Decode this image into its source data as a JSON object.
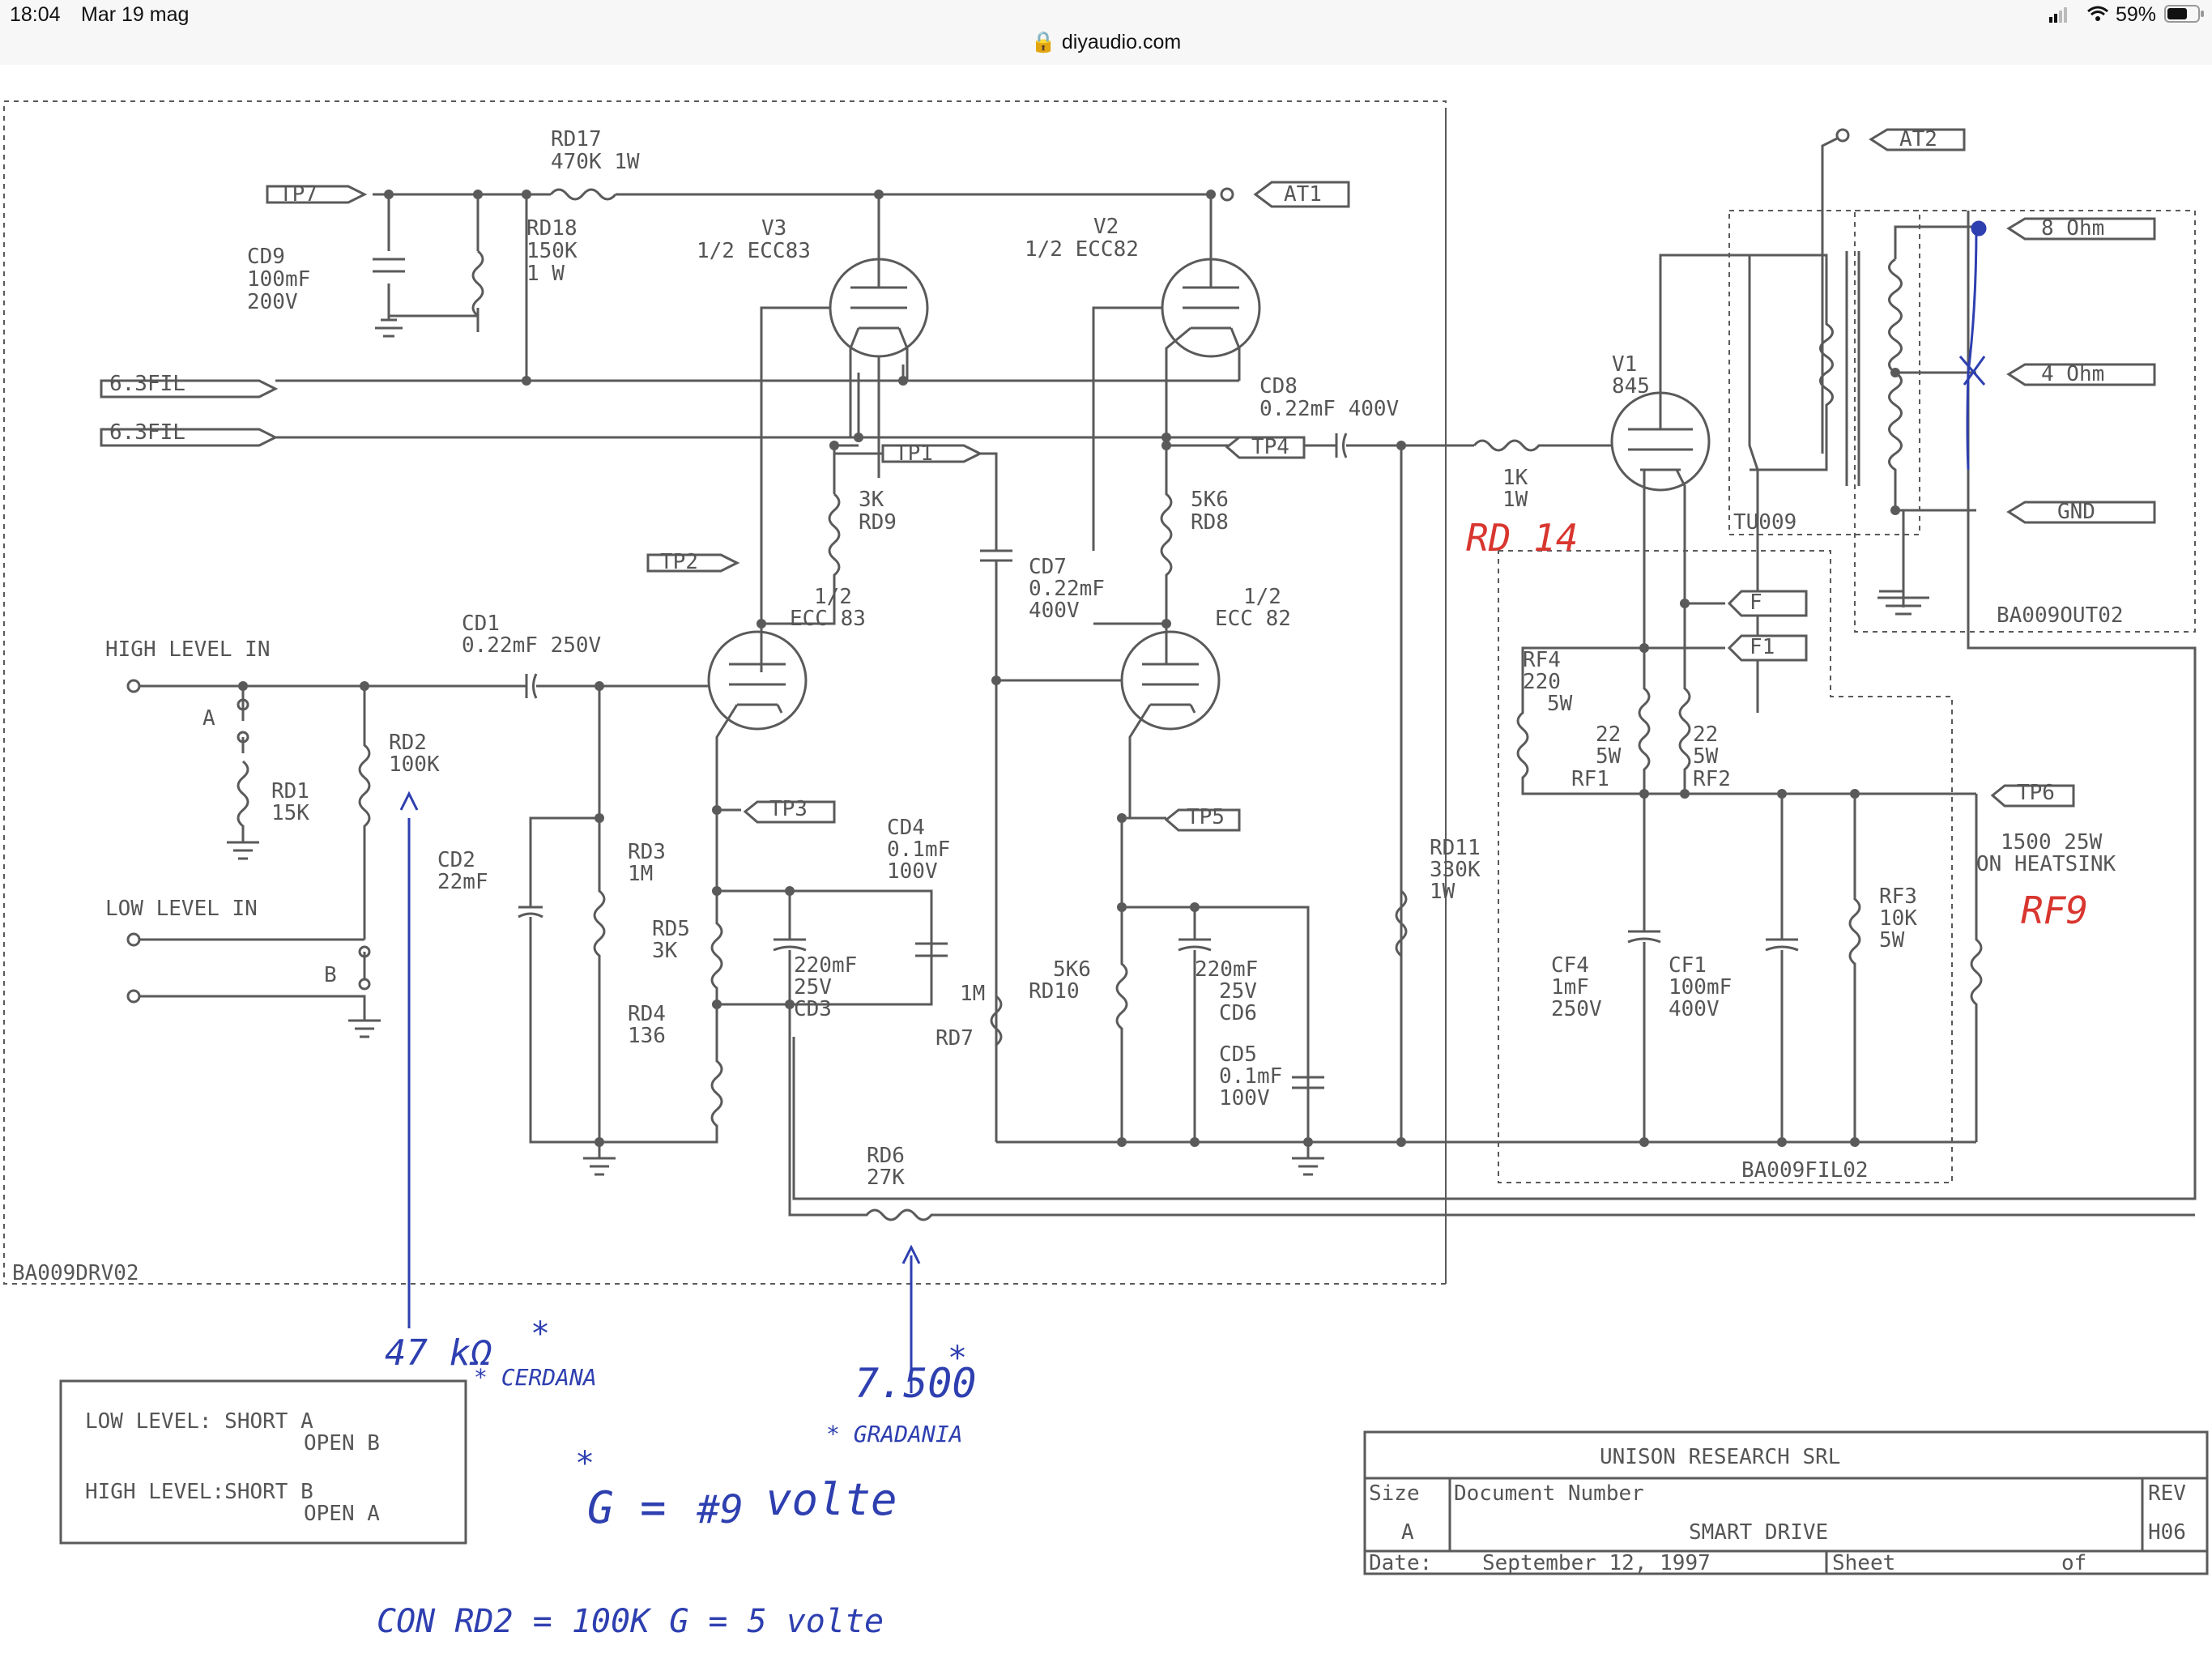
{
  "status_bar": {
    "time": "18:04",
    "date": "Mar 19 mag",
    "battery": "59%",
    "url": "diyaudio.com"
  },
  "labels": {
    "tp7": "TP7",
    "at1": "AT1",
    "at2": "AT2",
    "rd17": [
      "RD17",
      "470K  1W"
    ],
    "rd18": [
      "RD18",
      "150K",
      "1  W"
    ],
    "cd9": [
      "CD9",
      "100mF",
      "200V"
    ],
    "v3": [
      "V3",
      "1/2  ECC83"
    ],
    "v2": [
      "V2",
      "1/2  ECC82"
    ],
    "fil1": "6.3FIL",
    "fil2": "6.3FIL",
    "cd8": [
      "CD8",
      "0.22mF  400V"
    ],
    "v1": [
      "V1",
      "845"
    ],
    "ohm8": "8 Ohm",
    "ohm4": "4 Ohm",
    "gnd": "GND",
    "tp1": "TP1",
    "tp4": "TP4",
    "tp2": "TP2",
    "tp3": "TP3",
    "tp5": "TP5",
    "tp6": "TP6",
    "rd9": [
      "3K",
      "RD9"
    ],
    "rd8": [
      "5K6",
      "RD8"
    ],
    "r1k": [
      "1K",
      "1W"
    ],
    "tu009": "TU009",
    "ba009out": "BA009OUT02",
    "f": "F",
    "f1": "F1",
    "rf4": [
      "RF4",
      "220",
      "5W"
    ],
    "rf1": [
      "22",
      "5W",
      "RF1"
    ],
    "rf2": [
      "22",
      "5W",
      "RF2"
    ],
    "ecc83b": [
      "1/2",
      "ECC 83"
    ],
    "ecc82b": [
      "1/2",
      "ECC 82"
    ],
    "cd7": [
      "CD7",
      "0.22mF",
      "400V"
    ],
    "high_in": "HIGH LEVEL IN",
    "cd1": [
      "CD1",
      "0.22mF  250V"
    ],
    "a": "A",
    "b": "B",
    "rd1": [
      "RD1",
      "15K"
    ],
    "rd2": [
      "RD2",
      "100K"
    ],
    "low_in": "LOW LEVEL IN",
    "cd2": [
      "CD2",
      "22mF"
    ],
    "rd3": [
      "RD3",
      "1M"
    ],
    "rd5": [
      "RD5",
      "3K"
    ],
    "rd4": [
      "RD4",
      "136"
    ],
    "cd4": [
      "CD4",
      "0.1mF",
      "100V"
    ],
    "cd3": [
      "220mF",
      "25V",
      "CD3"
    ],
    "rd7": [
      "1M",
      "RD7"
    ],
    "rd10": [
      "5K6",
      "RD10"
    ],
    "cd6": [
      "220mF",
      "25V",
      "CD6"
    ],
    "cd5": [
      "CD5",
      "0.1mF",
      "100V"
    ],
    "rd11": [
      "RD11",
      "330K",
      "1W"
    ],
    "cf4": [
      "CF4",
      "1mF",
      "250V"
    ],
    "cf1": [
      "CF1",
      "100mF",
      "400V"
    ],
    "rf3": [
      "RF3",
      "10K",
      "5W"
    ],
    "rf9": [
      "1500  25W",
      "ON HEATSINK"
    ],
    "rd6": [
      "RD6",
      "27K"
    ],
    "ba009fil": "BA009FIL02",
    "ba009drv": "BA009DRV02",
    "note": [
      "LOW LEVEL:  SHORT  A",
      "OPEN  B",
      "HIGH LEVEL:SHORT  B",
      "OPEN  A"
    ],
    "title_block": {
      "company": "UNISON RESEARCH SRL",
      "size_label": "Size",
      "size_value": "A",
      "doc_label": "Document  Number",
      "doc_value": "SMART  DRIVE",
      "rev_label": "REV",
      "rev_value": "H06",
      "date_label": "Date:",
      "date_value": "September  12,  1997",
      "sheet_label": "Sheet",
      "of_label": "of"
    }
  },
  "handwriting": {
    "rd14": "RD 14",
    "rf9": "RF9",
    "k47": "47 kΩ",
    "ast1": "*",
    "cerdana": "* CERDANA",
    "v7500": "7.500",
    "ast2": "*",
    "gradania": "* GRADANIA",
    "ast3": "*",
    "g_eq": "G =",
    "g_scribble": "#9",
    "volte": "volte",
    "bottom": "CON RD2 = 100K     G = 5 volte"
  },
  "colors": {
    "ink": "#555555",
    "pen_blue": "#2e3fb0",
    "pen_red": "#d8362f"
  }
}
